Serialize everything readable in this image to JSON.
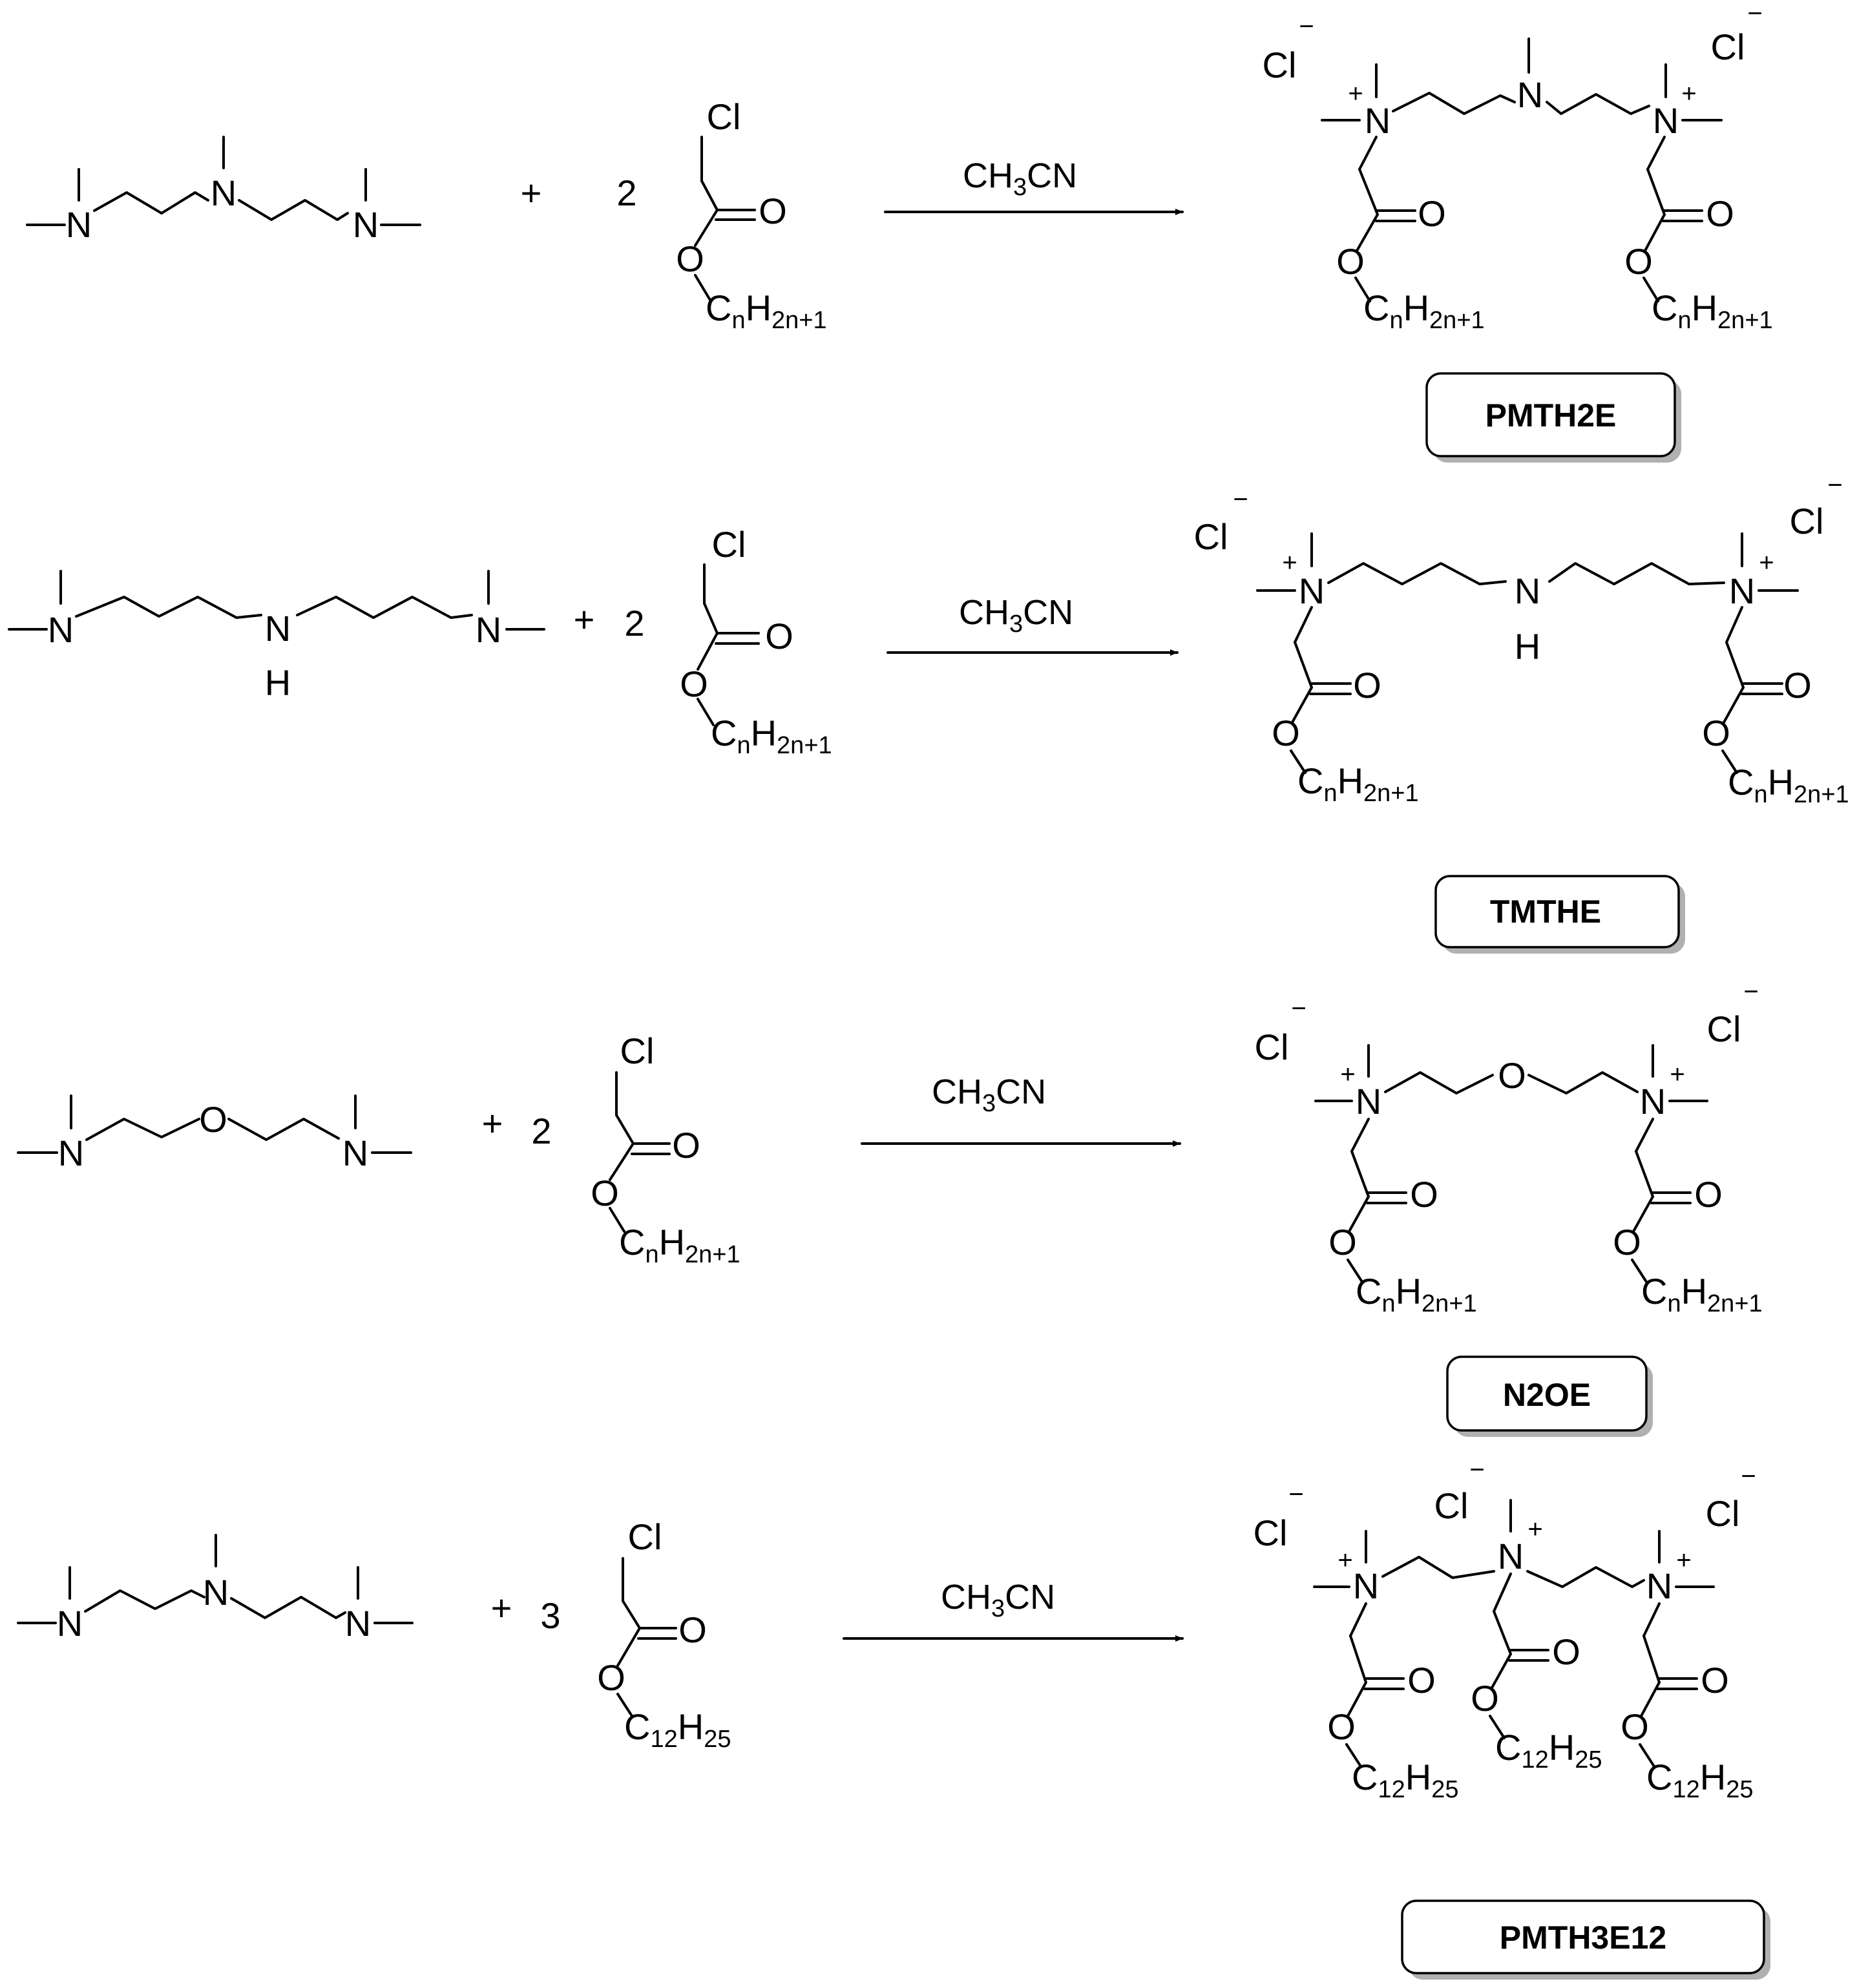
{
  "atoms": {
    "N": "N",
    "O": "O",
    "H": "H",
    "Cl": "Cl",
    "minus": "−",
    "plus": "+"
  },
  "alkyl": {
    "CnH2n1": {
      "C": "C",
      "n": "n",
      "H": "H",
      "sub": "2n+1"
    },
    "C12H25": {
      "C": "C",
      "sub1": "12",
      "H": "H",
      "sub2": "25"
    }
  },
  "solvent": {
    "prefix": "CH",
    "sub": "3",
    "suffix": "CN"
  },
  "reactions": [
    {
      "plus": "+",
      "coefficient": "2",
      "product_label": "PMTH2E"
    },
    {
      "plus": "+",
      "coefficient": "2",
      "product_label": "TMTHE"
    },
    {
      "plus": "+",
      "coefficient": "2",
      "product_label": "N2OE"
    },
    {
      "plus": "+",
      "coefficient": "3",
      "product_label": "PMTH3E12"
    }
  ]
}
